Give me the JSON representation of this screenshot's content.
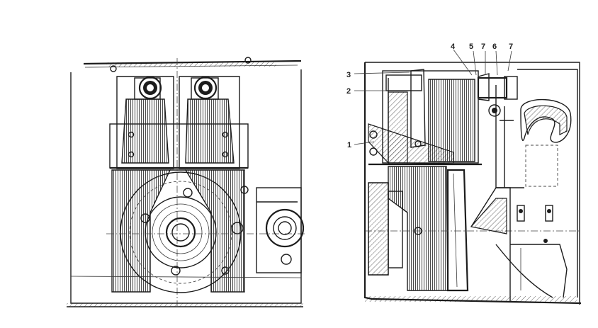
{
  "figure": {
    "views": [
      "side-section",
      "end-section"
    ],
    "callouts": [
      {
        "id": "callout-1",
        "label": "1"
      },
      {
        "id": "callout-2",
        "label": "2"
      },
      {
        "id": "callout-3",
        "label": "3"
      },
      {
        "id": "callout-4",
        "label": "4"
      },
      {
        "id": "callout-5",
        "label": "5"
      },
      {
        "id": "callout-6",
        "label": "7"
      },
      {
        "id": "callout-7",
        "label": "6"
      },
      {
        "id": "callout-8",
        "label": "7"
      }
    ],
    "colors": {
      "ink": "#1c1c1c",
      "paper": "#ffffff"
    }
  }
}
